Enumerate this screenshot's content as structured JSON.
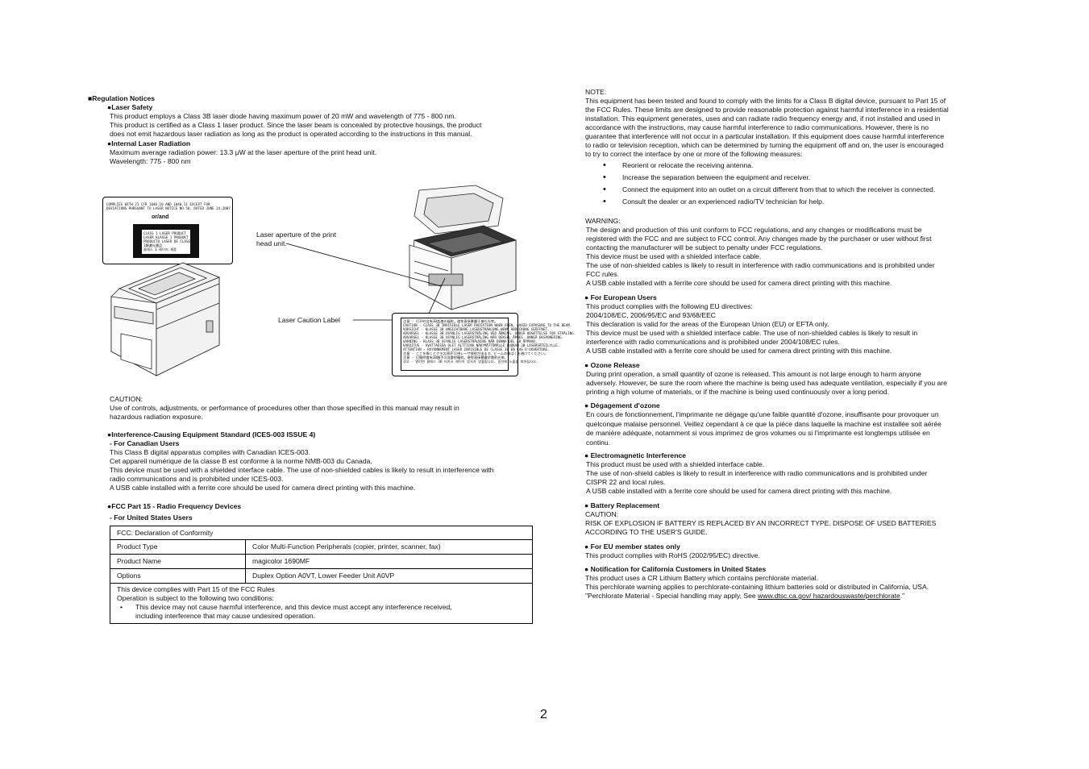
{
  "left": {
    "section_title": "Regulation Notices",
    "laser_safety": {
      "heading": "Laser Safety",
      "lines": [
        "This product employs a Class 3B laser diode having maximum power of 20 mW and wavelength of 775 - 800 nm.",
        "This product is certified as a Class 1 laser product. Since the laser beam is concealed by protective housings, the product",
        "does not emit hazardous laser radiation as long as the product is operated according to the instructions in this manual."
      ]
    },
    "internal_radiation": {
      "heading": "Internal Laser Radiation",
      "lines": [
        "Maximum average radiation power: 13.3 μW at the laser aperture of the print head unit.",
        "Wavelength: 775 - 800 nm"
      ]
    },
    "figure": {
      "aperture_label_1": "Laser aperture of the print",
      "aperture_label_2": "head unit.",
      "caution_label": "Laser Caution Label",
      "complies_1": "COMPLIES WITH 21 CFR 1040.10 AND 1040.11 EXCEPT FOR",
      "complies_2": "DEVIATIONS PURSUANT TO LASER NOTICE NO.50, DATED JUNE 24,2007.",
      "or_and": "or/and",
      "class_lines": [
        "CLASS 1 LASER PRODUCT",
        "LASER KLASSE 1 PRODUKT",
        "PRODUCTO LASER DE CLASE 1",
        "1類激光產品",
        "클래스 1 레이저 제품"
      ],
      "caution_rows": [
        "注意  - 打开时会有3B类激光辐射。避免直接暴露于激光光束。",
        "CAUTION - CLASS 3B INVISIBLE LASER RADIATION WHEN OPEN. AVOID EXPOSURE TO THE BEAM.",
        "VORSICHT - KLASSE 3B UNSICHTBARE LASERSTRAHLUNG WENN ABDECKUNG GEÖFFNET.",
        "ADVARSEL - KLASSE 3B USYNLIG LASERSTRÅLING VED ÅBNING. UNDGÅ UDSÆTTELSE FOR STRÅLING.",
        "ADVARSEL - KLASSE 3B USYNLIG LASERSTRÅLING NÅR DEKSEL ÅPNES. UNNGÅ EKSPONERING.",
        "VARNING - KLASS 3B OSYNLIG LASERSTRÅLNING NÄR DENNA DEL ÄR ÖPPNAD.",
        "VAROITUS - AVATTAESSA OLET ALTTIINA NÄKYMÄTTÖMÄLLE LUOKAN 3B LASERSÄTEILYLLE.",
        "ATTENTION - RAYONNEMENT LASER INVISIBLE DE CLASSE 3B EN CAS D'OUVERTURE.",
        "注意 - ここを開くとクラス3B不可視レーザ放射が出ます。ビームの被ばくを避けてください。",
        "注意 - 打開時會有3B類不可見雷射輻射。避免直接暴露於雷射光束。",
        "경고 - 열리면 클래스 3B 비가시 레이저 방사가 방출됩니다. 광선에 노출을 피하십시오."
      ]
    },
    "caution": {
      "heading": "CAUTION:",
      "lines": [
        "Use of controls, adjustments, or performance of procedures other than those specified in this manual may result in",
        "hazardous radiation exposure."
      ]
    },
    "ices": {
      "heading": "Interference-Causing Equipment Standard (ICES-003 ISSUE 4)",
      "subheading": "- For Canadian Users",
      "lines": [
        "This Class B digital apparatus complies with Canadian ICES-003.",
        "Cet appareil numérique de la classe B est conforme à la norme NMB-003 du Canada.",
        "This device must be used with a shielded interface cable. The use of non-shielded cables is likely to result in interference with",
        "radio communications and is prohibited under ICES-003.",
        "A USB cable installed with a ferrite core should be used for camera direct printing with this machine."
      ]
    },
    "fcc15": {
      "heading": "FCC Part 15 - Radio Frequency Devices",
      "subheading": "- For United States Users",
      "table": {
        "header": "FCC: Declaration of Conformity",
        "rows": [
          {
            "label": "Product Type",
            "value": "Color Multi-Function Peripherals (copier, printer, scanner, fax)"
          },
          {
            "label": "Product Name",
            "value": "magicolor 1690MF"
          },
          {
            "label": "Options",
            "value": "Duplex Option A0VT, Lower Feeder Unit A0VP"
          }
        ],
        "foot_1": "This device complies with Part 15 of the FCC Rules",
        "foot_2": "Operation is subject to the following two conditions:",
        "bullet_1": "This device may not cause harmful interference, and this device must accept any interference received,",
        "bullet_2": "including interference that may cause undesired operation."
      }
    }
  },
  "right": {
    "note_heading": "NOTE:",
    "note_lines": [
      "This equipment has been tested and found to comply with the limits for a Class B digital device, pursuant to Part 15 of",
      "the FCC Rules. These limits are designed to provide reasonable protection against harmful interference in a residential",
      "installation. This equipment generates, uses and can radiate radio frequency energy and, if not installed and used in",
      "accordance with the instructions, may cause harmful interference to radio communications. However, there is no",
      "guarantee that interference will not occur in a particular installation. If this equipment does cause harmful interference",
      "to radio or television reception, which can be determined by turning the equipment off and on, the user is encouraged",
      "to try to correct the interface by one or more of the following measures:"
    ],
    "measures": [
      "Reorient or relocate the receiving antenna.",
      "Increase the separation between the equipment and receiver.",
      "Connect the equipment into an outlet on a circuit different from that to which the receiver is connected.",
      "Consult the dealer or an experienced radio/TV technician for help."
    ],
    "warning_heading": "WARNING:",
    "warning_lines": [
      "The design and production of this unit conform to FCC regulations, and any changes or modifications must be",
      "registered with the FCC and are subject to FCC control. Any changes made by the purchaser or user without first",
      "contacting the manufacturer will be subject to penalty under FCC regulations.",
      "This device must be used with a shielded interface cable.",
      "The use of non-shielded cables is likely to result in interference with radio communications and is prohibited under",
      "FCC rules.",
      "A USB cable installed with a ferrite core should be used for camera direct printing with this machine."
    ],
    "european": {
      "heading": "● For European Users",
      "lines": [
        "This product complies with the following EU directives:",
        "2004/108/EC, 2006/95/EC and 93/68/EEC",
        "This declaration is valid for the areas of the European Union (EU) or EFTA only.",
        "This device must be used with a shielded interface cable.  The use of non-shielded cables is likely to result in",
        "interference with radio communications and is prohibited under 2004/108/EC rules.",
        "A USB cable installed with a ferrite core should be used for camera direct printing with this machine."
      ]
    },
    "ozone": {
      "heading": "● Ozone Release",
      "lines": [
        "During print operation, a small quantity of ozone is released. This amount is not large enough to harm anyone",
        "adversely. However, be sure the room where the machine is being used has adequate ventilation, especially if you are",
        "printing a high volume of materials, or if the machine is being used continuously over a long period."
      ]
    },
    "degagement": {
      "heading": "● Dégagement d'ozone",
      "lines": [
        "En cours de fonctionnement, l'imprimante ne dégage qu'une faible quantité d'ozone, insuffisante pour provoquer un",
        "quelconque malaise personnel. Veillez cependant à ce que la pièce dans laquelle la machine est installée soit  aérée",
        "de manière adéquate, notamment si vous imprimez de gros volumes ou si l'imprimante est longtemps utilisée en",
        "continu."
      ]
    },
    "emi": {
      "heading": "● Electromagnetic Interference",
      "lines": [
        "This product must be used with a shielded interface cable.",
        "The use of non-shield cables is likely to result in interference with radio communications and is prohibited under",
        "CISPR 22 and local rules.",
        "A USB cable installed with a ferrite core should be used for camera direct printing with this machine."
      ]
    },
    "battery": {
      "heading": "● Battery Replacement",
      "lines": [
        "CAUTION:",
        "RISK OF EXPLOSION IF BATTERY IS REPLACED BY AN INCORRECT TYPE. DISPOSE OF USED BATTERIES",
        "ACCORDING TO THE USER'S GUIDE."
      ]
    },
    "eu_states": {
      "heading": "● For EU member states only",
      "lines": [
        "This product complies with RoHS (2002/95/EC) directive."
      ]
    },
    "california": {
      "heading": "● Notification for California Customers in United States",
      "lines": [
        "This product uses a CR Lithium Battery which contains perchlorate material.",
        "This perchlorate warning applies to perchlorate-containing lithium batteries sold or distributed in California, USA."
      ],
      "last_prefix": "\"Perchlorate Material - Special handling may apply, See ",
      "last_link": "www.dtsc.ca.gov/ hazardouswaste/perchlorate",
      "last_suffix": ".\""
    }
  },
  "page_number": "2"
}
